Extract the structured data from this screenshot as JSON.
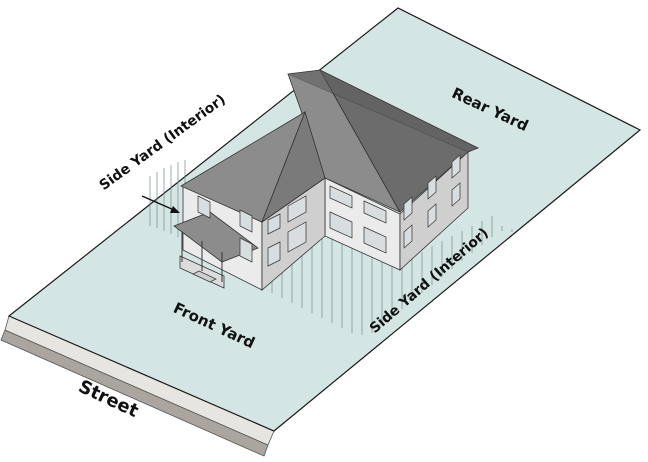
{
  "labels": {
    "rear_yard": "Rear Yard",
    "front_yard": "Front Yard",
    "side_yard_left": "Side Yard (Interior)",
    "side_yard_right": "Side Yard (Interior)",
    "street": "Street"
  },
  "colors": {
    "lot": "#d3e6e4",
    "lot_stroke": "#1a1a1a",
    "sidewalk": "#e7e5e0",
    "curb": "#aaa69f",
    "roof_light": "#8c8c8c",
    "roof_dark": "#6c6c6c",
    "wall_light": "#ebebeb",
    "wall_shade": "#cfcfcf",
    "window": "#d8dde0"
  }
}
